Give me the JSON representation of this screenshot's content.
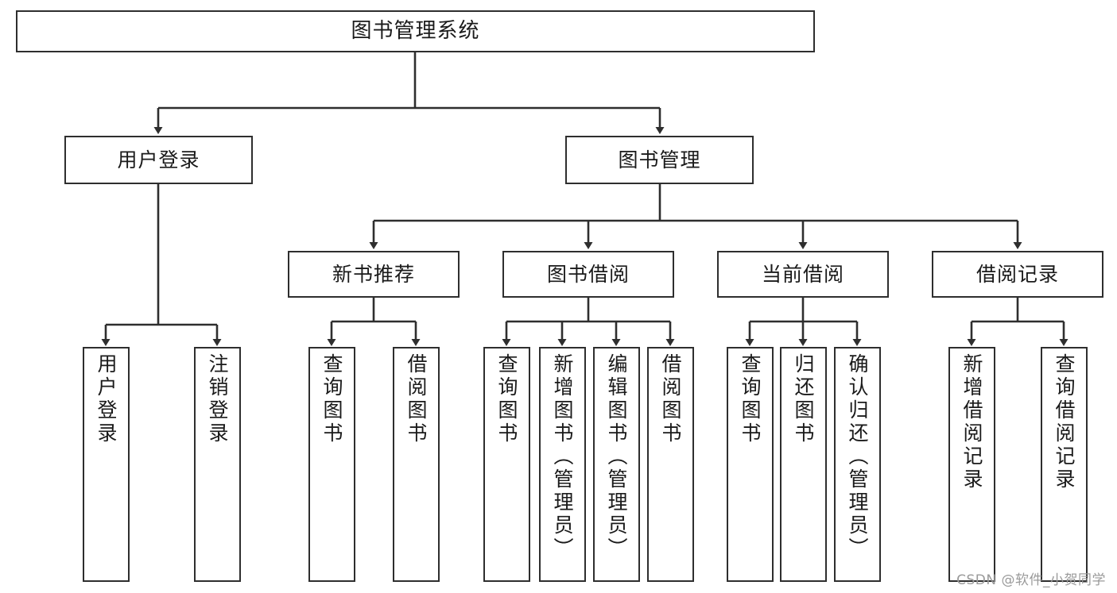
{
  "diagram": {
    "title": "图书管理系统",
    "type": "function-structure-tree",
    "watermark": "CSDN @软件_小贺同学",
    "line_color": "#2e2e2e",
    "background_color": "#ffffff"
  },
  "nodes": {
    "root": {
      "label": "图书管理系统"
    },
    "level2": [
      {
        "id": "user-login",
        "label": "用户登录"
      },
      {
        "id": "book-manage",
        "label": "图书管理"
      }
    ],
    "level3": [
      {
        "id": "new-book-recommend",
        "label": "新书推荐"
      },
      {
        "id": "book-borrow",
        "label": "图书借阅"
      },
      {
        "id": "current-borrow",
        "label": "当前借阅"
      },
      {
        "id": "borrow-record",
        "label": "借阅记录"
      }
    ],
    "leaves": {
      "user_login": [
        {
          "id": "leaf-user-login",
          "label": "用户登录"
        },
        {
          "id": "leaf-logout-login",
          "label": "注销登录"
        }
      ],
      "new_book_recommend": [
        {
          "id": "leaf-query-book-1",
          "label": "查询图书"
        },
        {
          "id": "leaf-borrow-book-1",
          "label": "借阅图书"
        }
      ],
      "book_borrow": [
        {
          "id": "leaf-query-book-2",
          "label": "查询图书"
        },
        {
          "id": "leaf-add-book",
          "label": "新增图书（管理员）"
        },
        {
          "id": "leaf-edit-book",
          "label": "编辑图书（管理员）"
        },
        {
          "id": "leaf-borrow-book-2",
          "label": "借阅图书"
        }
      ],
      "current_borrow": [
        {
          "id": "leaf-query-book-3",
          "label": "查询图书"
        },
        {
          "id": "leaf-return-book",
          "label": "归还图书"
        },
        {
          "id": "leaf-confirm-return",
          "label": "确认归还（管理员）"
        }
      ],
      "borrow_record": [
        {
          "id": "leaf-add-record",
          "label": "新增借阅记录"
        },
        {
          "id": "leaf-query-record",
          "label": "查询借阅记录"
        }
      ]
    }
  }
}
